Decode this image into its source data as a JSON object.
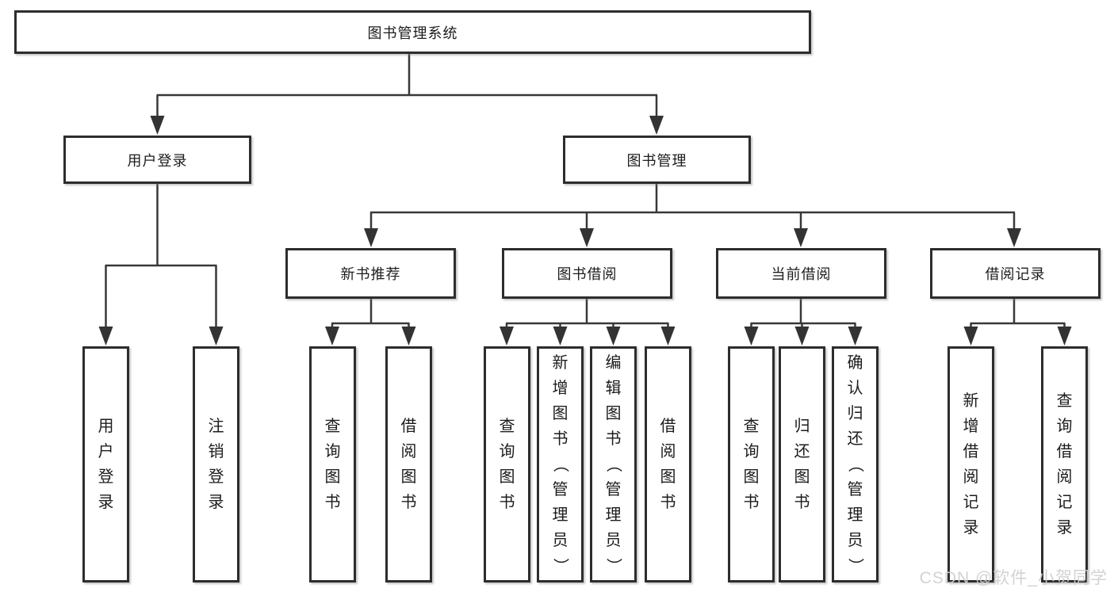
{
  "diagram": {
    "title": "图书管理系统",
    "level2": {
      "user_login": "用户登录",
      "book_management": "图书管理"
    },
    "level3": {
      "new_book_recommend": "新书推荐",
      "book_borrow": "图书借阅",
      "current_borrow": "当前借阅",
      "borrow_record": "借阅记录"
    },
    "leaves": {
      "user_login": [
        "用户登录",
        "注销登录"
      ],
      "new_book_recommend": [
        "查询图书",
        "借阅图书"
      ],
      "book_borrow": [
        "查询图书",
        "新增图书（管理员）",
        "编辑图书（管理员）",
        "借阅图书"
      ],
      "current_borrow": [
        "查询图书",
        "归还图书",
        "确认归还（管理员）"
      ],
      "borrow_record": [
        "新增借阅记录",
        "查询借阅记录"
      ]
    }
  },
  "watermark": "CSDN @软件_小贺同学",
  "colors": {
    "line": "#383838",
    "border": "#2d2d2d",
    "text": "#1c1c1c",
    "watermark": "#cfcfcf",
    "background": "#ffffff"
  }
}
